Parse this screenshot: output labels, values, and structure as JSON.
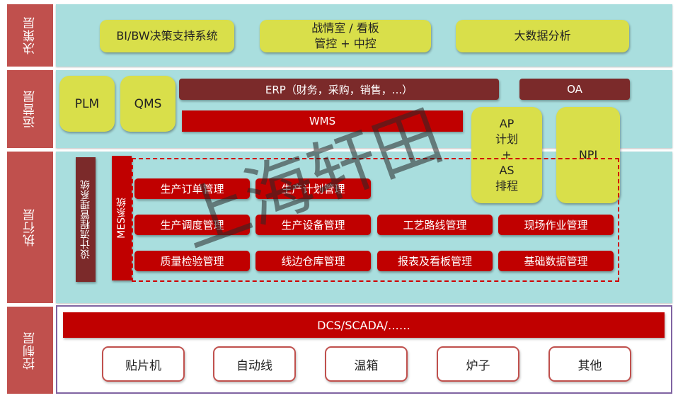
{
  "layers": {
    "decision": "决策层",
    "operation": "运营层",
    "execution": "执行层",
    "control": "控制层"
  },
  "decision": {
    "bi": "BI/BW决策支持系统",
    "war_room_line1": "战情室 / 看板",
    "war_room_line2": "管控 + 中控",
    "big_data": "大数据分析"
  },
  "operation": {
    "plm": "PLM",
    "qms": "QMS",
    "erp": "ERP（财务，采购，销售，...）",
    "oa": "OA",
    "wms": "WMS",
    "ap_lines": [
      "AP",
      "计划",
      "+",
      "AS",
      "排程"
    ],
    "npi": "NPI"
  },
  "execution": {
    "design_flow": "设计流程管理系统",
    "mes": "MES系统",
    "modules": [
      "生产订单管理",
      "生产计划管理",
      "生产调度管理",
      "生产设备管理",
      "工艺路线管理",
      "现场作业管理",
      "质量检验管理",
      "线边仓库管理",
      "报表及看板管理",
      "基础数据管理"
    ]
  },
  "control": {
    "dcs": "DCS/SCADA/……",
    "devices": [
      "贴片机",
      "自动线",
      "温箱",
      "炉子",
      "其他"
    ]
  },
  "watermark": "上海轩田",
  "colors": {
    "band": "#a9dede",
    "side": "#c0504d",
    "red": "#c00000",
    "dark_red": "#7b2a2a",
    "yellow": "#d9df4a",
    "control_border": "#8064a2"
  }
}
